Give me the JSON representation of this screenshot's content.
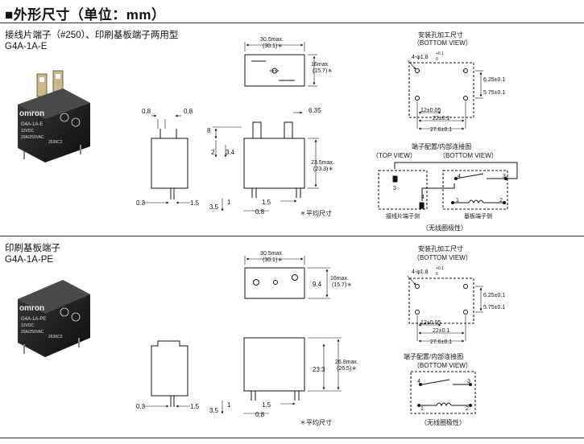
{
  "title": "■外形尺寸（单位：mm）",
  "section1": {
    "title": "接线片端子（#250）、印刷基板端子两用型",
    "model": "G4A-1A-E",
    "relay": {
      "brand": "omron",
      "model": "G4A-1A-E",
      "rating1": "12VDC",
      "rating2": "20A/250VAC",
      "code": "2636C2"
    },
    "top": {
      "width": "30.5max.",
      "width_avg": "(30.1)＊",
      "height": "16max.",
      "height_avg": "(15.7)＊"
    },
    "side": {
      "d08a": "0.8",
      "d08b": "0.8",
      "d8": "8",
      "d2": "2",
      "d34": "3.4",
      "d03": "0.3",
      "d15": "1.5"
    },
    "front": {
      "d635": "6.35",
      "h": "23.5max.",
      "h_avg": "(23.3)＊",
      "d35": "3.5",
      "d1": "1",
      "d15": "1.5",
      "d08": "0.8"
    },
    "note": "＊平均尺寸",
    "holes": {
      "title": "安装孔加工尺寸",
      "subtitle": "（BOTTOM VIEW）",
      "hole": "4-φ1.8",
      "tol_up": "+0.1",
      "tol_dn": "0",
      "d625": "6.25±0.1",
      "d575": "5.75±0.1",
      "d12": "12±0.05",
      "d22": "22±0.1",
      "d276": "27.6±0.1"
    },
    "term": {
      "title": "端子配置/内部连接图",
      "top_view": "（TOP VIEW）",
      "bottom_view": "（BOTTOM VIEW）",
      "p3": "3",
      "p4": "4",
      "p3b": "3",
      "p4b": "4",
      "p1": "1",
      "p2": "2",
      "lbl_left": "接线片端子侧",
      "lbl_right": "基板端子侧",
      "caption": "（无线圈极性）"
    }
  },
  "section2": {
    "title": "印刷基板端子",
    "model": "G4A-1A-PE",
    "relay": {
      "brand": "omron",
      "model": "G4A-1A-PE",
      "rating1": "12VDC",
      "rating2": "20A/250VAC",
      "code": "2636C2"
    },
    "top": {
      "width": "30.5max.",
      "width_avg": "(30.1)＊",
      "d94": "9.4",
      "height": "16max.",
      "height_avg": "(15.7)＊"
    },
    "side": {
      "d03": "0.3",
      "d15": "1.5"
    },
    "front": {
      "h": "26.8max.",
      "h_avg": "(26.5)＊",
      "d233": "23.3",
      "d35": "3.5",
      "d1": "1",
      "d15": "1.5",
      "d08": "0.8"
    },
    "note": "＊平均尺寸",
    "holes": {
      "title": "安装孔加工尺寸",
      "subtitle": "（BOTTOM VIEW）",
      "hole": "4-φ1.8",
      "tol_up": "+0.1",
      "tol_dn": "0",
      "d625": "6.25±0.1",
      "d575": "5.75±0.1",
      "d12": "12±0.05",
      "d22": "22±0.1",
      "d276": "27.6±0.1"
    },
    "term": {
      "title": "端子配置/内部连接图",
      "bottom_view": "（BOTTOM VIEW）",
      "p3": "3",
      "p4": "4",
      "p1": "1",
      "p2": "2",
      "caption": "（无线圈极性）"
    }
  }
}
